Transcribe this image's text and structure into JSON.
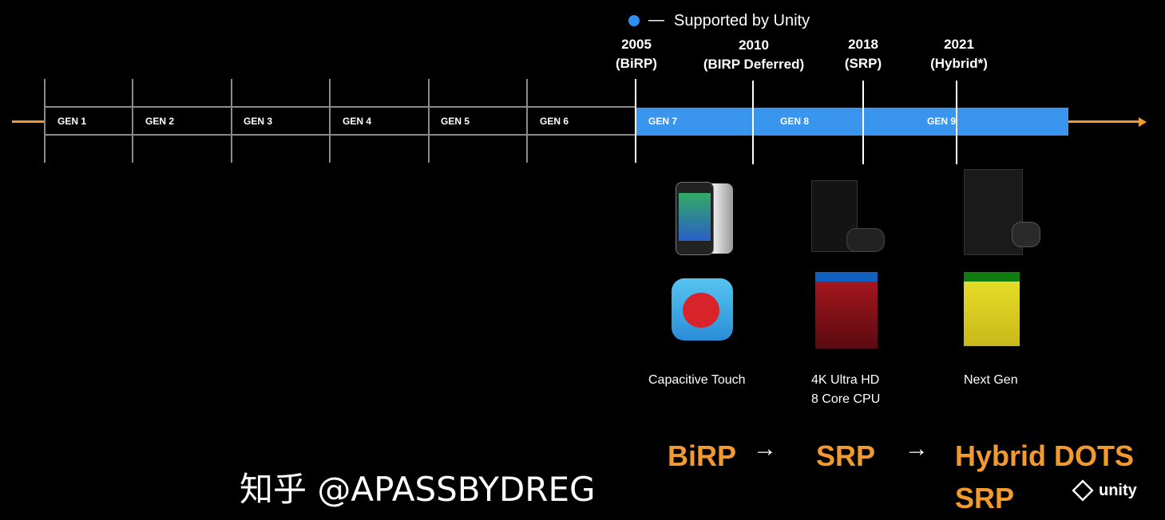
{
  "legend": {
    "label": "Supported by Unity",
    "dot_color": "#2f8fef",
    "dash": "—"
  },
  "generations": [
    "GEN 1",
    "GEN 2",
    "GEN 3",
    "GEN 4",
    "GEN 5",
    "GEN 6",
    "GEN 7",
    "GEN 8",
    "GEN 9"
  ],
  "milestones": [
    {
      "year": "2005",
      "label": "(BiRP)"
    },
    {
      "year": "2010",
      "label": "(BIRP Deferred)"
    },
    {
      "year": "2018",
      "label": "(SRP)"
    },
    {
      "year": "2021",
      "label": "(Hybrid*)"
    }
  ],
  "captions": {
    "gen7": "Capacitive Touch",
    "gen8_line1": "4K Ultra HD",
    "gen8_line2": "8 Core CPU",
    "gen9": "Next Gen"
  },
  "pipeline": {
    "step1": "BiRP",
    "arrow": "→",
    "step2": "SRP",
    "step3_line1": "Hybrid DOTS",
    "step3_line2": "SRP"
  },
  "watermark": "知乎 @APASSBYDREG",
  "logo": "unity",
  "colors": {
    "accent_orange": "#f29a2e",
    "timeline_blue": "#3a95ee",
    "grid": "#8a8a8a"
  },
  "images": [
    "iphone",
    "ps4-pro",
    "xbox-series-x",
    "angry-birds-icon",
    "spider-man-cover",
    "cyberpunk-2077-cover"
  ]
}
